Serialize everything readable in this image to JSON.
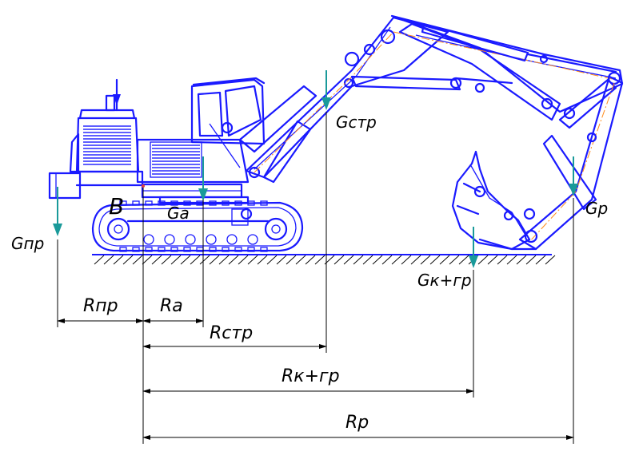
{
  "labels": {
    "point_b": "B",
    "g_pr": "Gпр",
    "g_a": "Ga",
    "g_str": "Gстр",
    "g_kgr": "Gк+гр",
    "g_r": "Gр",
    "r_pr": "Rпр",
    "r_a": "Ra",
    "r_str": "Rстр",
    "r_kgr": "Rк+гр",
    "r_r": "Rр"
  },
  "colors": {
    "machine": "#1a1aff",
    "axis": "#ff8a1a",
    "force": "#1a9a9a",
    "dimension": "#000000"
  }
}
